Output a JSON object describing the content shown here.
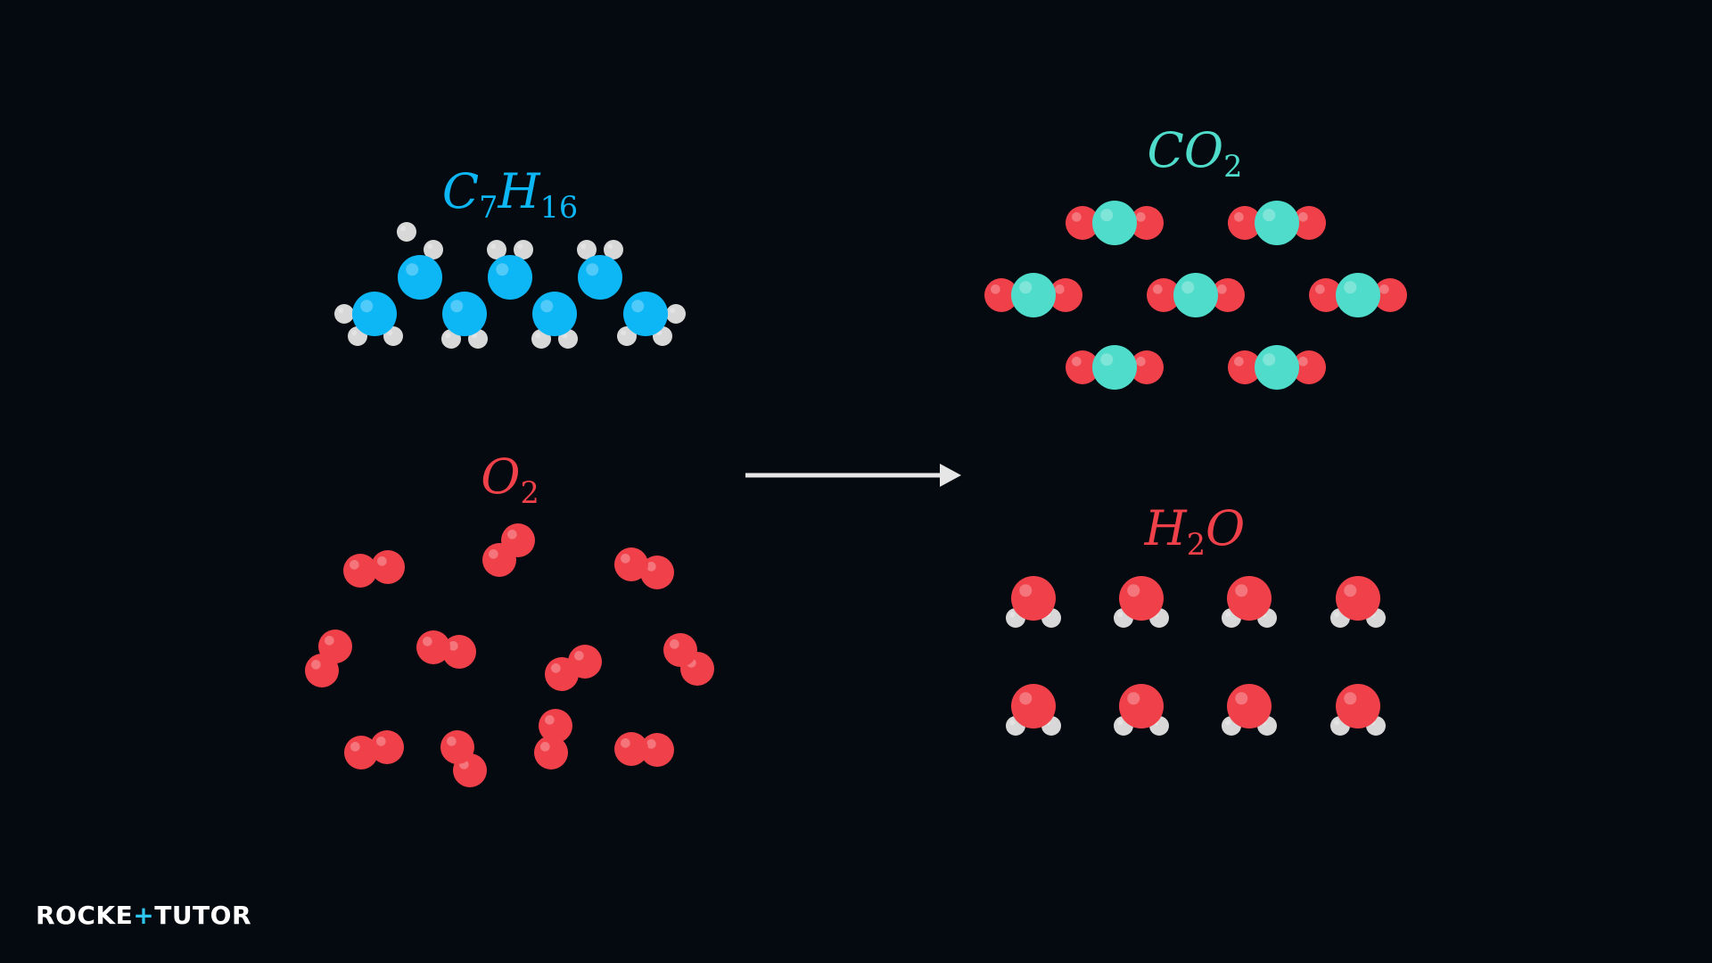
{
  "colors": {
    "background": "#050a10",
    "carbon_heptane": "#0db6f5",
    "carbon_co2": "#4fdccb",
    "oxygen": "#f0414a",
    "hydrogen": "#d8d8d8",
    "arrow": "#e6e6e6"
  },
  "reactants": {
    "heptane": {
      "formula": [
        "C",
        "7",
        "H",
        "16"
      ],
      "molecule_count": 1
    },
    "oxygen": {
      "formula": [
        "O",
        "2"
      ],
      "molecule_count": 11
    }
  },
  "products": {
    "co2": {
      "formula": [
        "CO",
        "2"
      ],
      "molecule_count": 7
    },
    "water": {
      "formula": [
        "H",
        "2",
        "O"
      ],
      "molecule_count": 8
    }
  },
  "arrow": {
    "icon": "reaction-arrow-icon"
  },
  "logo": {
    "part1": "ROCKE",
    "plus": "+",
    "part2": "TUTOR"
  }
}
